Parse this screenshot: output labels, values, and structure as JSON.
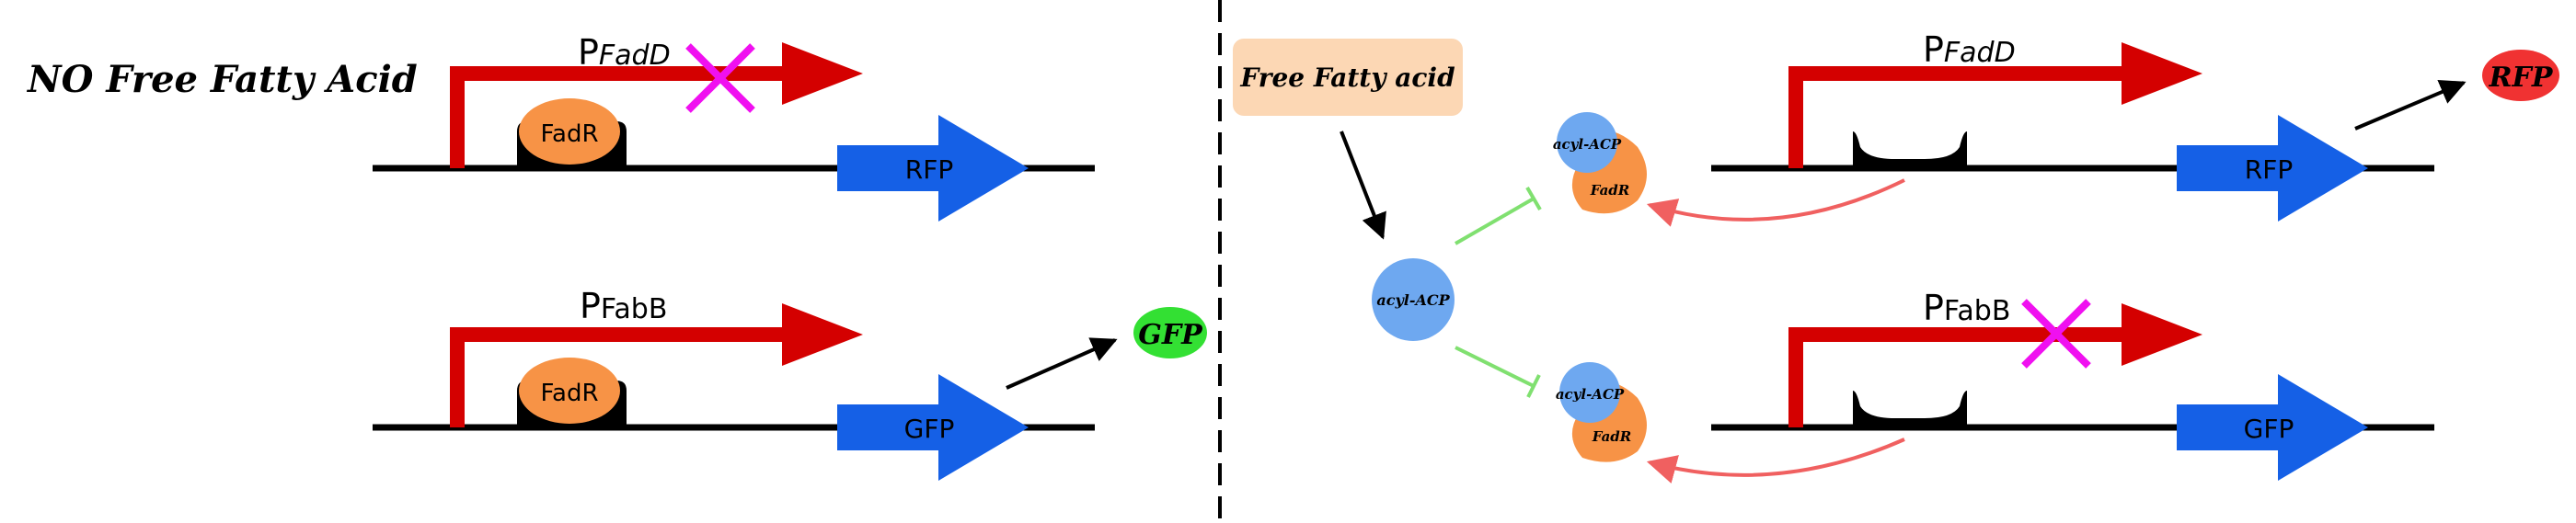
{
  "left_panel": {
    "title": "NO Free Fatty Acid",
    "top": {
      "promoter_main": "P",
      "promoter_sub": "FadD",
      "repressor": "FadR",
      "gene": "RFP",
      "blocked": true
    },
    "bottom": {
      "promoter_main": "P",
      "promoter_sub": "FabB",
      "repressor": "FadR",
      "gene": "GFP",
      "blocked": false,
      "output": "GFP"
    }
  },
  "right_panel": {
    "inducer": "Free Fatty acid",
    "metabolite": "acyl-ACP",
    "complex_top": {
      "acyl": "acyl-ACP",
      "fadr": "FadR"
    },
    "complex_bottom": {
      "acyl": "acyl-ACP",
      "fadr": "FadR"
    },
    "top": {
      "promoter_main": "P",
      "promoter_sub": "FadD",
      "gene": "RFP",
      "blocked": false,
      "output": "RFP"
    },
    "bottom": {
      "promoter_main": "P",
      "promoter_sub": "FabB",
      "gene": "GFP",
      "blocked": true
    }
  },
  "colors": {
    "promoter": "#d40000",
    "gene": "#1560e6",
    "repressor": "#f79346",
    "acyl_acp": "#6ea8f0",
    "block_cross": "#f010f0",
    "gfp_output": "#33e033",
    "rfp_output": "#f03232",
    "inducer_box": "#fcd7b4",
    "inhibition": "#80e070",
    "release_arrow": "#f06060"
  }
}
